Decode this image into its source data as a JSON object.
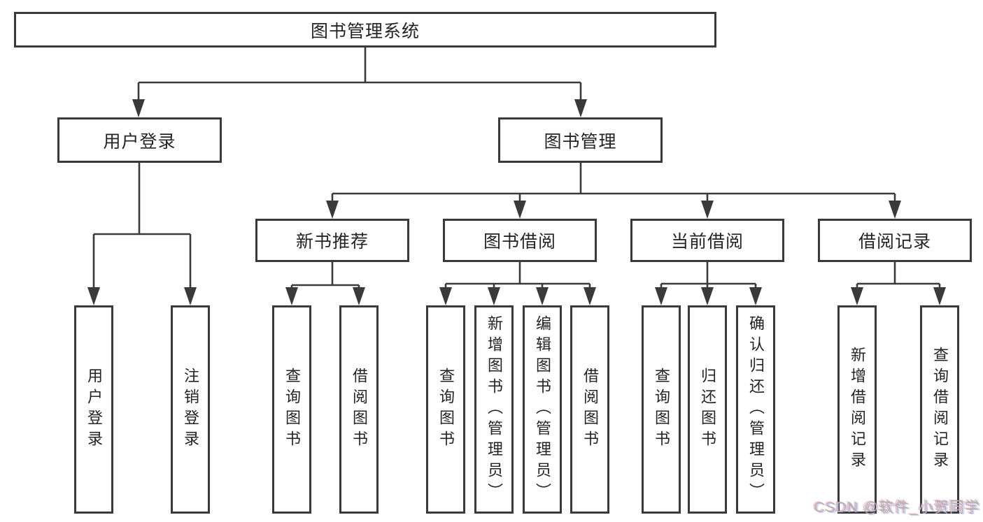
{
  "diagram": {
    "root": {
      "label": "图书管理系统"
    },
    "level2": [
      {
        "label": "用户登录"
      },
      {
        "label": "图书管理"
      }
    ],
    "level3": [
      {
        "label": "新书推荐"
      },
      {
        "label": "图书借阅"
      },
      {
        "label": "当前借阅"
      },
      {
        "label": "借阅记录"
      }
    ],
    "leaves": [
      {
        "label": "用户登录"
      },
      {
        "label": "注销登录"
      },
      {
        "label": "查询图书"
      },
      {
        "label": "借阅图书"
      },
      {
        "label": "查询图书"
      },
      {
        "label": "新增图书（管理员）"
      },
      {
        "label": "编辑图书（管理员）"
      },
      {
        "label": "借阅图书"
      },
      {
        "label": "查询图书"
      },
      {
        "label": "归还图书"
      },
      {
        "label": "确认归还（管理员）"
      },
      {
        "label": "新增借阅记录"
      },
      {
        "label": "查询借阅记录"
      }
    ]
  },
  "watermark": {
    "text": "CSDN @软件_小贺同学"
  },
  "colors": {
    "line": "#3a3a3a",
    "text": "#242424",
    "background": "#ffffff",
    "watermark": "#b2b2b8"
  }
}
